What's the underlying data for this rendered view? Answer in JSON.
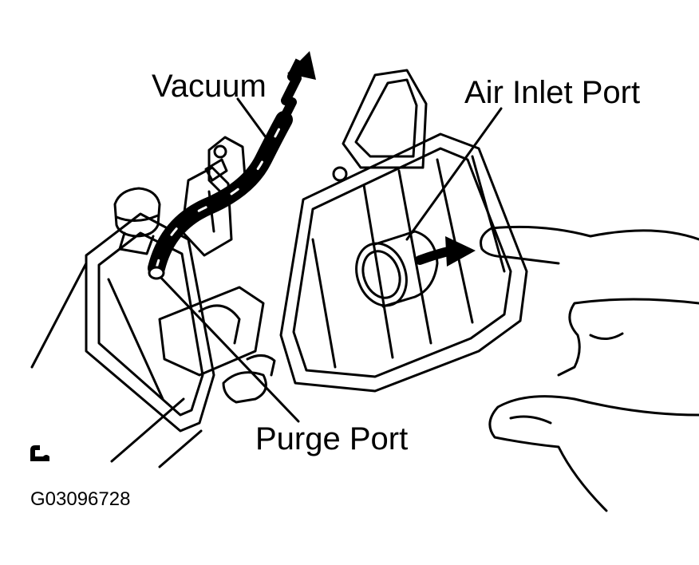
{
  "labels": {
    "vacuum": "Vacuum",
    "air_inlet_port": "Air Inlet Port",
    "purge_port": "Purge Port"
  },
  "figure_id": "G03096728",
  "colors": {
    "ink": "#000000",
    "paper": "#ffffff"
  },
  "icons": {
    "corner": "wrench-symbol-icon"
  }
}
